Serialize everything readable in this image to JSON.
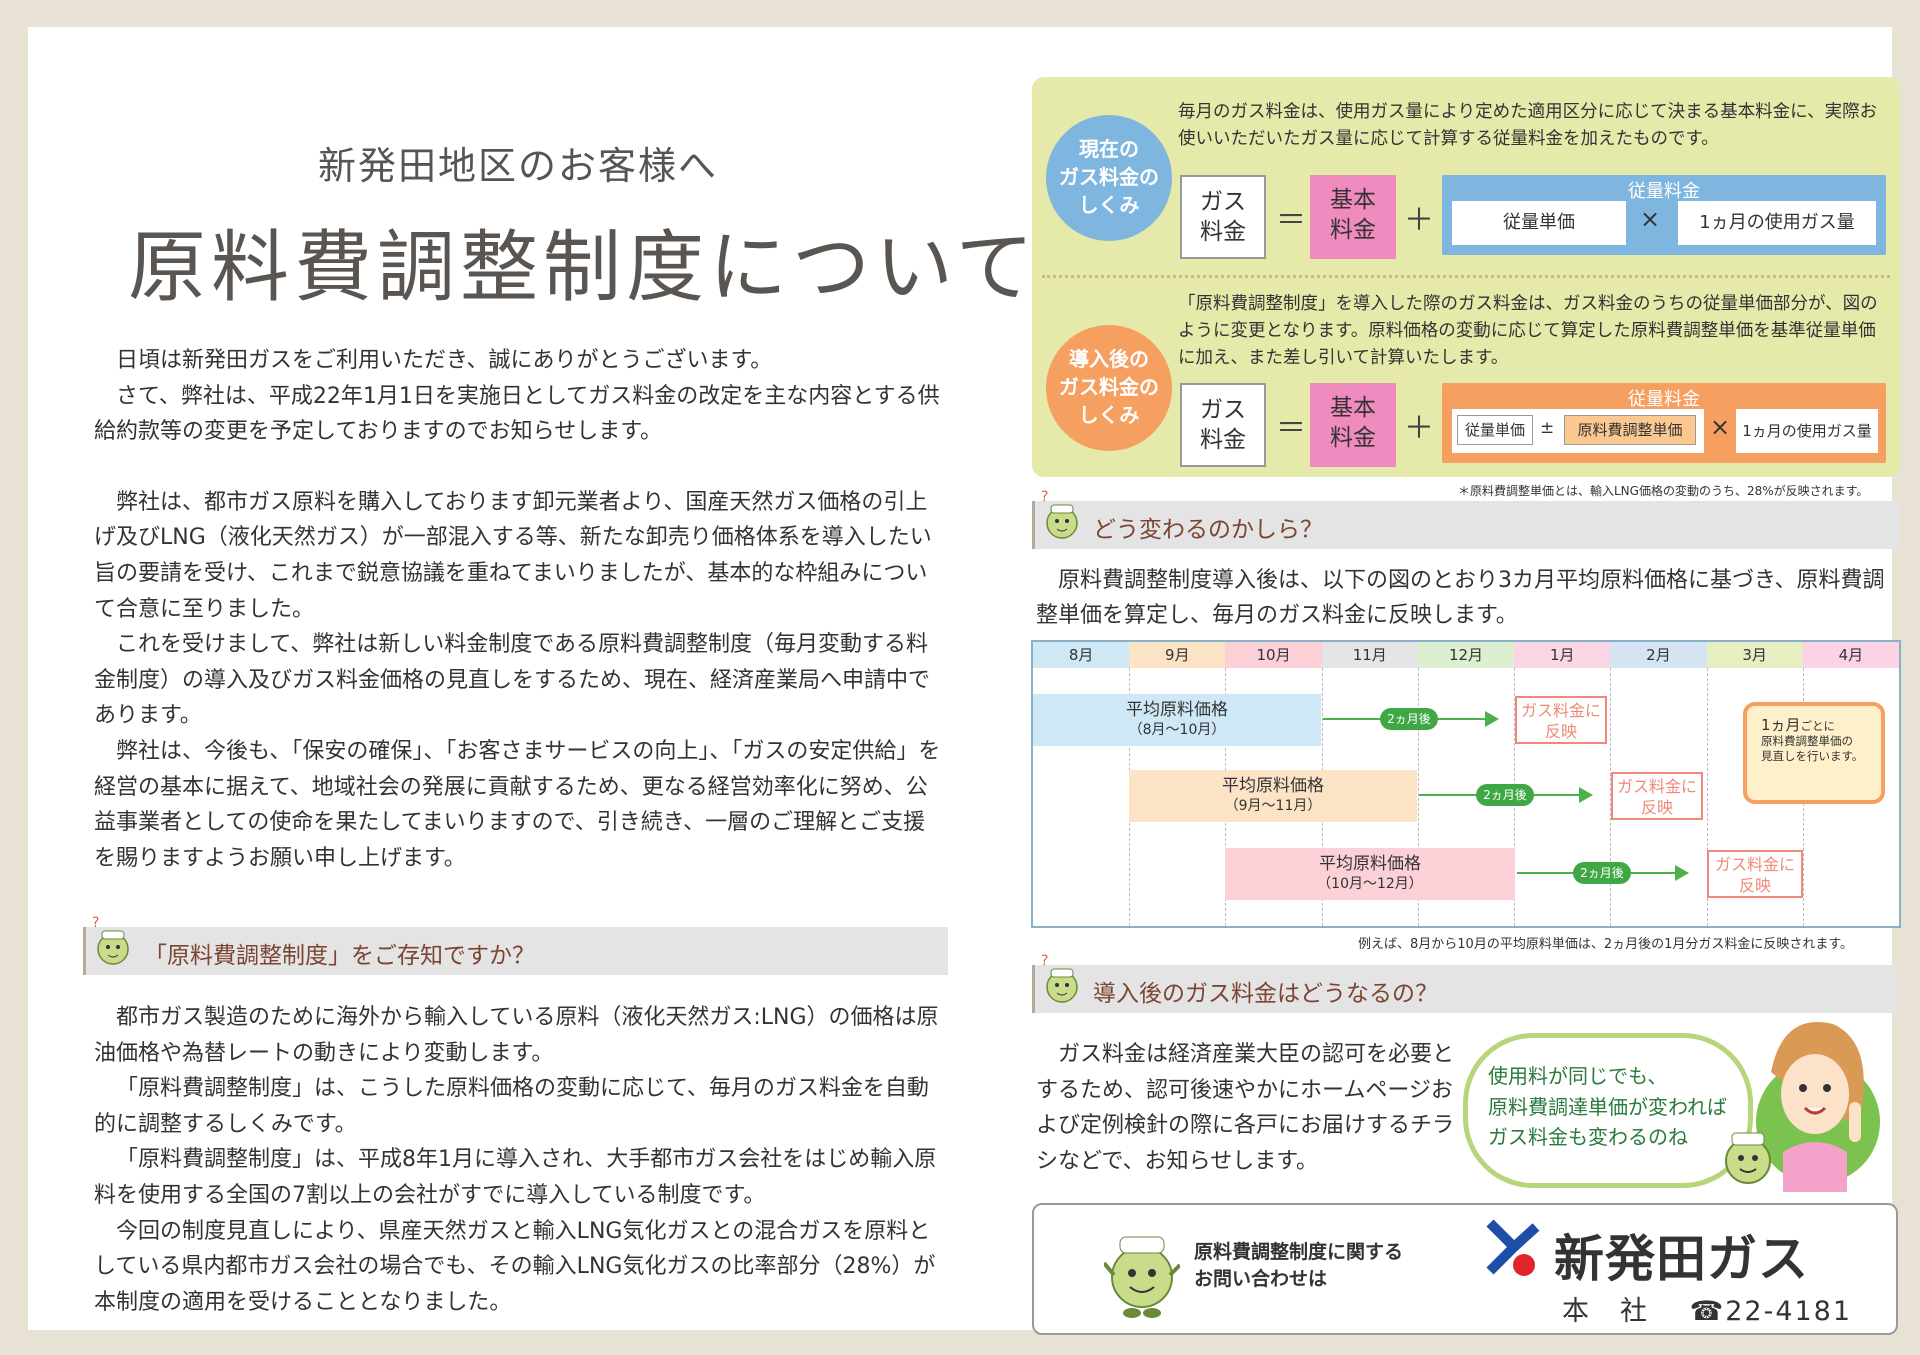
{
  "header": {
    "subtitle": "新発田地区のお客様へ",
    "title": "原料費調整制度について"
  },
  "intro": {
    "p1": "日頃は新発田ガスをご利用いただき、誠にありがとうございます。",
    "p2": "さて、弊社は、平成22年1月1日を実施日としてガス料金の改定を主な内容とする供給約款等の変更を予定しておりますのでお知らせします。",
    "p3": "弊社は、都市ガス原料を購入しております卸元業者より、国産天然ガス価格の引上げ及びLNG（液化天然ガス）が一部混入する等、新たな卸売り価格体系を導入したい旨の要請を受け、これまで鋭意協議を重ねてまいりましたが、基本的な枠組みについて合意に至りました。",
    "p4": "これを受けまして、弊社は新しい料金制度である原料費調整制度（毎月変動する料金制度）の導入及びガス料金価格の見直しをするため、現在、経済産業局へ申請中であります。",
    "p5": "弊社は、今後も、「保安の確保」、「お客さまサービスの向上」、「ガスの安定供給」を経営の基本に据えて、地域社会の発展に貢献するため、更なる経営効率化に努め、公益事業者としての使命を果たしてまいりますので、引き続き、一層のご理解とご支援を賜りますようお願い申し上げます。"
  },
  "left_section": {
    "heading": "「原料費調整制度」をご存知ですか？",
    "p1": "都市ガス製造のために海外から輸入している原料（液化天然ガス:LNG）の価格は原油価格や為替レートの動きにより変動します。",
    "p2": "「原料費調整制度」は、こうした原料価格の変動に応じて、毎月のガス料金を自動的に調整するしくみです。",
    "p3": "「原料費調整制度」は、平成8年1月に導入され、大手都市ガス会社をはじめ輸入原料を使用する全国の7割以上の会社がすでに導入している制度です。",
    "p4": "今回の制度見直しにより、県産天然ガスと輸入LNG気化ガスとの混合ガスを原料としている県内都市ガス会社の場合でも、その輸入LNG気化ガスの比率部分（28%）が本制度の適用を受けることとなりました。"
  },
  "formula": {
    "current": {
      "circle": [
        "現在の",
        "ガス料金の",
        "しくみ"
      ],
      "desc": "毎月のガス料金は、使用ガス量により定めた適用区分に応じて決まる基本料金に、実際お使いいただいたガス量に応じて計算する従量料金を加えたものです。",
      "gas_fee": [
        "ガス",
        "料金"
      ],
      "eq": "＝",
      "basic_fee": [
        "基本",
        "料金"
      ],
      "plus": "＋",
      "usage_fee_label": "従量料金",
      "unit_price": "従量単価",
      "times": "×",
      "monthly_usage": "1ヵ月の使用ガス量"
    },
    "after": {
      "circle": [
        "導入後の",
        "ガス料金の",
        "しくみ"
      ],
      "desc": "「原料費調整制度」を導入した際のガス料金は、ガス料金のうちの従量単価部分が、図のように変更となります。原料価格の変動に応じて算定した原料費調整単価を基準従量単価に加え、また差し引いて計算いたします。",
      "gas_fee": [
        "ガス",
        "料金"
      ],
      "eq": "＝",
      "basic_fee": [
        "基本",
        "料金"
      ],
      "plus": "＋",
      "usage_fee_label": "従量料金",
      "unit_price": "従量単価",
      "pm": "±",
      "adj_price": "原料費調整単価",
      "times": "×",
      "monthly_usage": "1ヵ月の使用ガス量"
    },
    "footnote": "＊原料費調整単価とは、輸入LNG価格の変動のうち、28%が反映されます。"
  },
  "section_change": {
    "heading": "どう変わるのかしら？",
    "text": "原料費調整制度導入後は、以下の図のとおり3カ月平均原料価格に基づき、原料費調整単価を算定し、毎月のガス料金に反映します。"
  },
  "timeline": {
    "months": [
      "8月",
      "9月",
      "10月",
      "11月",
      "12月",
      "1月",
      "2月",
      "3月",
      "4月"
    ],
    "month_colors": [
      "#cfe8f5",
      "#fde3c6",
      "#fbd0d6",
      "#e5e5e5",
      "#dcefd0",
      "#fbd7e6",
      "#d5e4f2",
      "#e5efc2",
      "#fbd3e4"
    ],
    "rows": [
      {
        "title": "平均原料価格",
        "range": "（8月～10月）",
        "lag": "2ヵ月後",
        "result": [
          "ガス料金に",
          "反映"
        ]
      },
      {
        "title": "平均原料価格",
        "range": "（9月～11月）",
        "lag": "2ヵ月後",
        "result": [
          "ガス料金に",
          "反映"
        ]
      },
      {
        "title": "平均原料価格",
        "range": "（10月～12月）",
        "lag": "2ヵ月後",
        "result": [
          "ガス料金に",
          "反映"
        ]
      }
    ],
    "bubble": {
      "l1a": "1ヵ月",
      "l1b": "ごとに",
      "l2": "原料費調整単価の",
      "l3": "見直しを行います。"
    },
    "footnote": "例えば、8月から10月の平均原料単価は、2ヵ月後の1月分ガス料金に反映されます。"
  },
  "section_after": {
    "heading": "導入後のガス料金はどうなるの？",
    "text": "ガス料金は経済産業大臣の認可を必要とするため、認可後速やかにホームページおよび定例検針の際に各戸にお届けするチラシなどで、お知らせします。",
    "speech": [
      "使用料が同じでも、",
      "原料費調達単価が変われば",
      "ガス料金も変わるのね"
    ]
  },
  "contact": {
    "text": [
      "原料費調整制度に関する",
      "お問い合わせは"
    ],
    "company": "新発田ガス",
    "office": "本　社",
    "phone": "☎22-4181"
  },
  "colors": {
    "formula_bg": "#e5eaab",
    "blue": "#7fb6df",
    "orange": "#f5a060",
    "pink": "#f08bbf",
    "heading_text": "#7a4633",
    "green": "#3fa845"
  }
}
